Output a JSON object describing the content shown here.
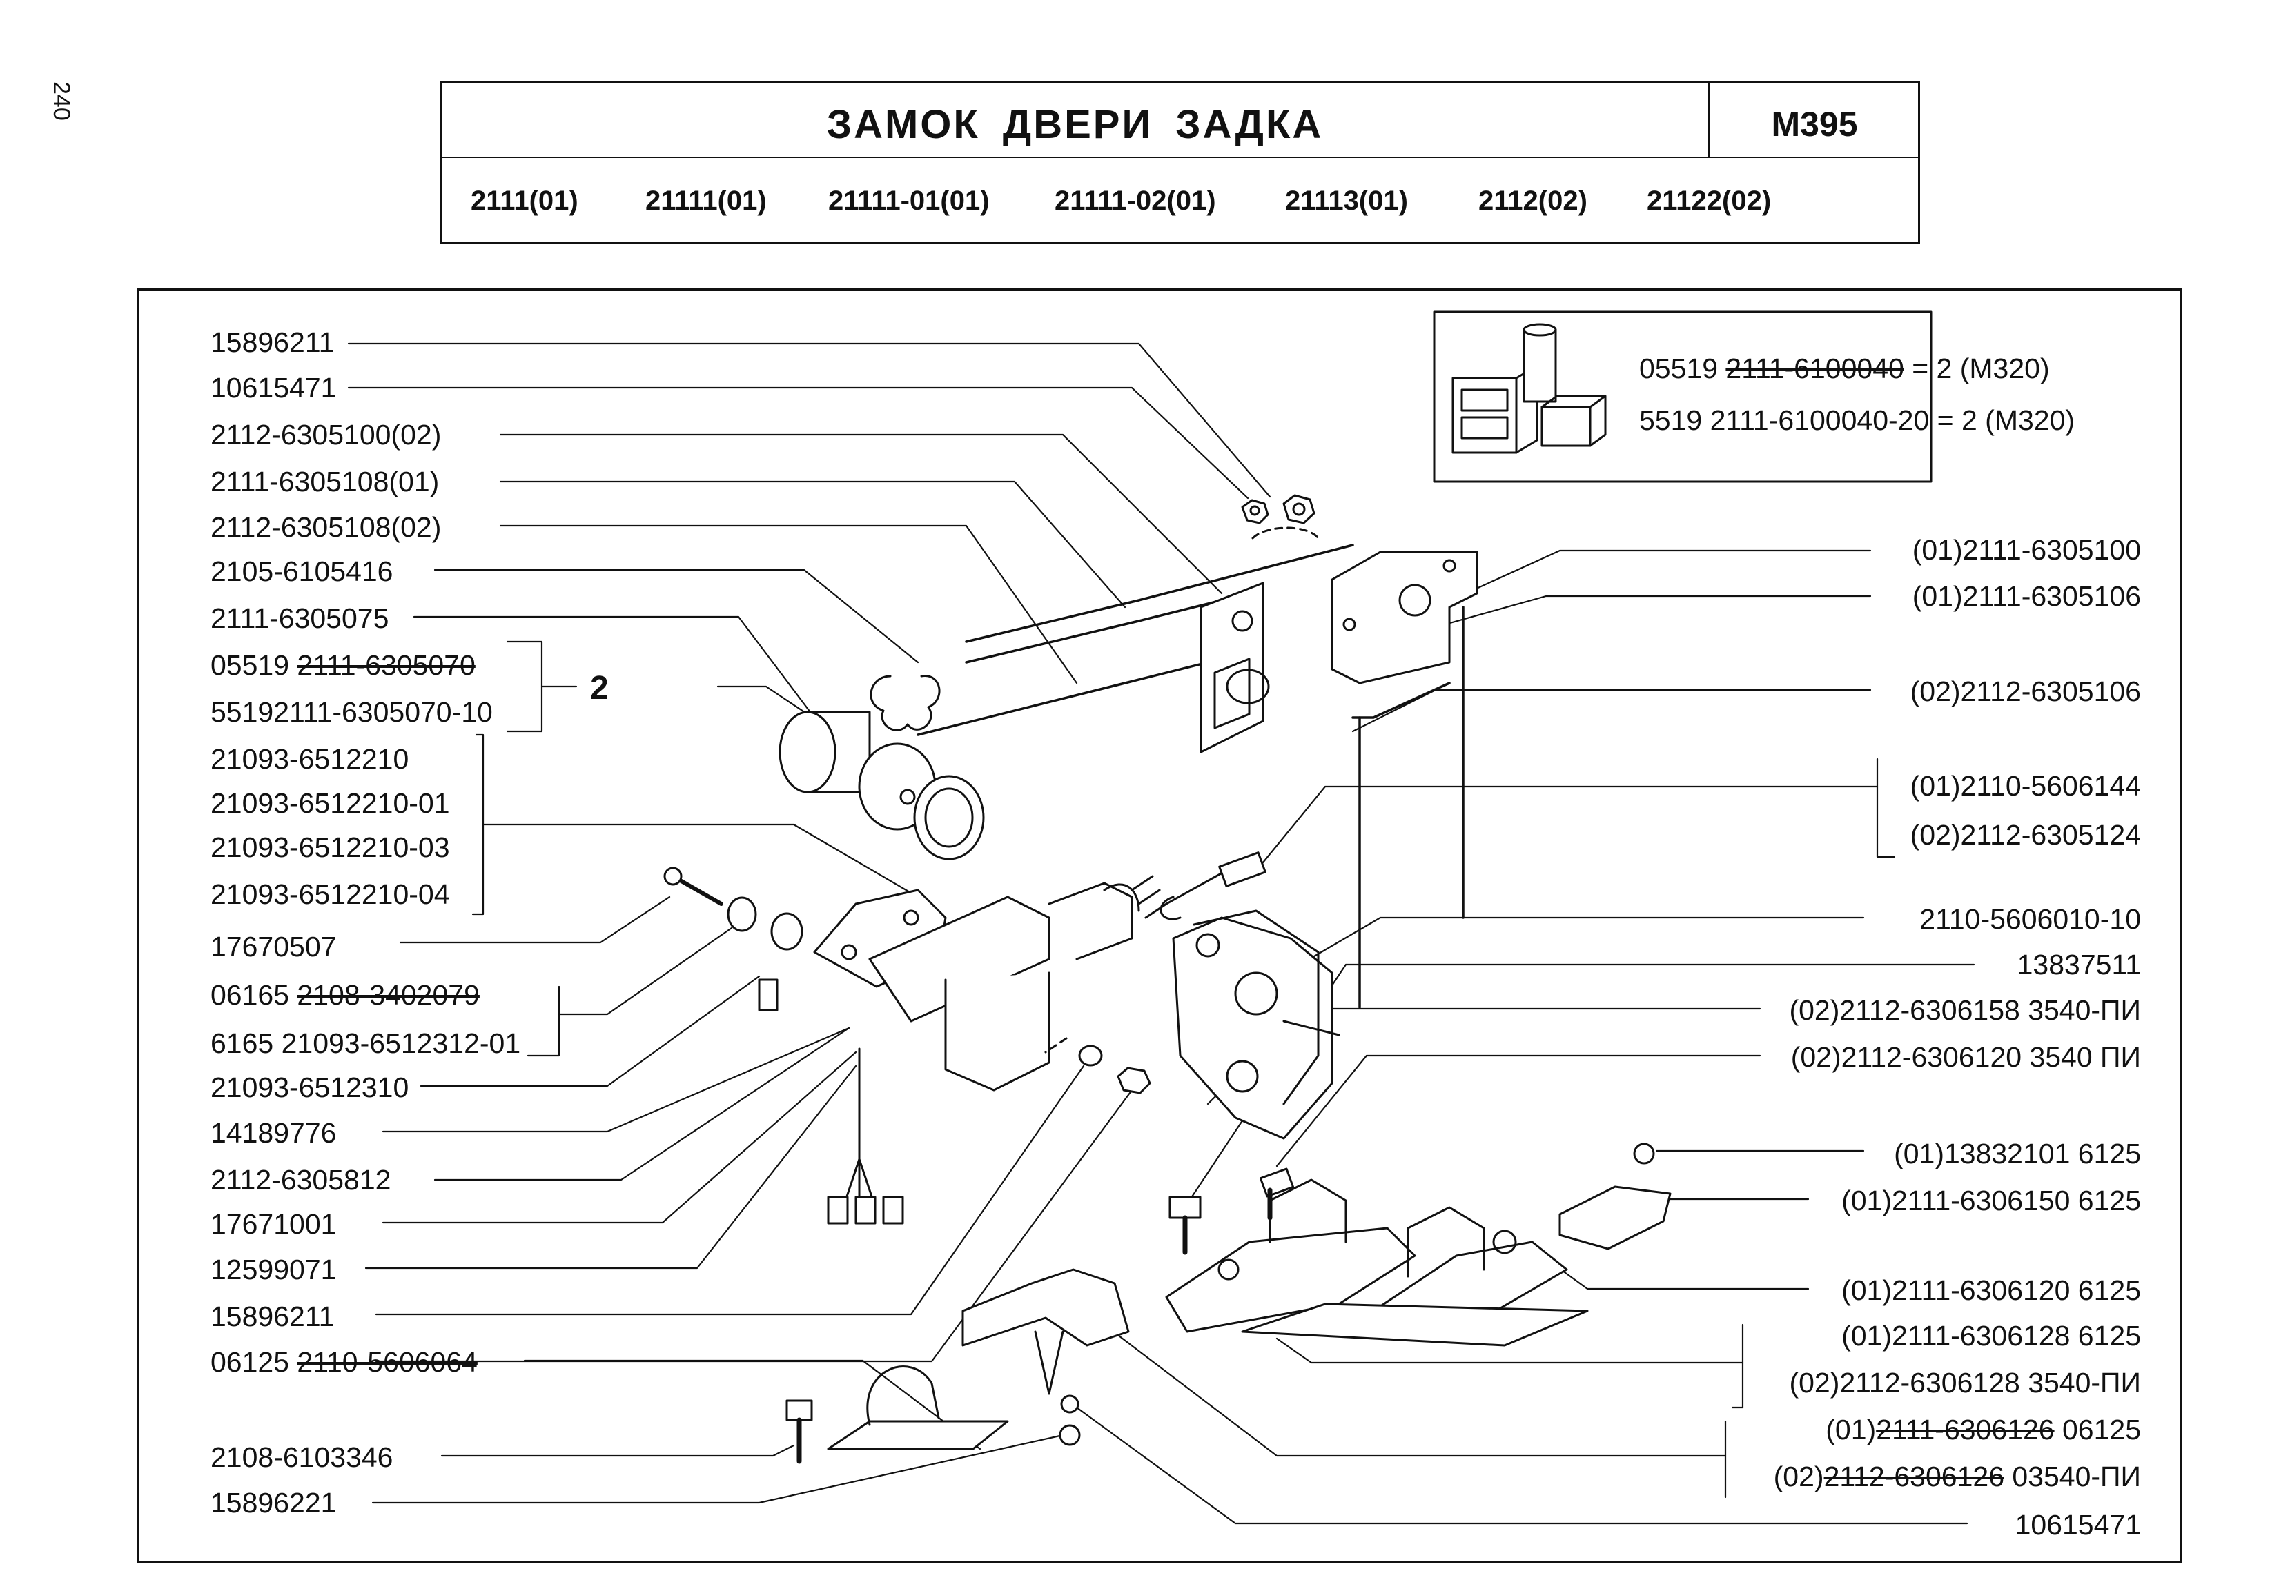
{
  "page_number": "240",
  "header": {
    "title": "ЗАМОК  ДВЕРИ  ЗАДКА",
    "code": "M395",
    "models": [
      "2111(01)",
      "21111(01)",
      "21111-01(01)",
      "21111-02(01)",
      "21113(01)",
      "2112(02)",
      "21122(02)"
    ]
  },
  "inset": {
    "line1_prefix": "05519 ",
    "line1_struck": "2111-6100040",
    "line1_suffix": " = 2 (M320)",
    "line2": "5519 2111-6100040-20 = 2 (M320)"
  },
  "callout_group_number": "2",
  "left_labels": [
    {
      "text": "15896211"
    },
    {
      "text": "10615471"
    },
    {
      "text": "2112-6305100(02)"
    },
    {
      "text": "2111-6305108(01)"
    },
    {
      "text": "2112-6305108(02)"
    },
    {
      "text": "2105-6105416"
    },
    {
      "text": "2111-6305075"
    },
    {
      "prefix": "05519 ",
      "struck": "2111-6305070"
    },
    {
      "text": "55192111-6305070-10"
    },
    {
      "text": "21093-6512210"
    },
    {
      "text": "21093-6512210-01"
    },
    {
      "text": "21093-6512210-03"
    },
    {
      "text": "21093-6512210-04"
    },
    {
      "text": "17670507"
    },
    {
      "prefix": "06165 ",
      "struck": "2108-3402079"
    },
    {
      "text": "6165 21093-6512312-01"
    },
    {
      "text": "21093-6512310"
    },
    {
      "text": "14189776"
    },
    {
      "text": "2112-6305812"
    },
    {
      "text": "17671001"
    },
    {
      "text": "12599071"
    },
    {
      "text": "15896211"
    },
    {
      "prefix": "06125 ",
      "struck": "2110-5606064"
    },
    {
      "text": "2108-6103346"
    },
    {
      "text": "15896221"
    }
  ],
  "right_labels": [
    {
      "text": "(01)2111-6305100"
    },
    {
      "text": "(01)2111-6305106"
    },
    {
      "text": "(02)2112-6305106"
    },
    {
      "text": "(01)2110-5606144"
    },
    {
      "text": "(02)2112-6305124"
    },
    {
      "text": "2110-5606010-10"
    },
    {
      "text": "13837511"
    },
    {
      "text": "(02)2112-6306158 3540-ПИ"
    },
    {
      "text": "(02)2112-6306120 3540 ПИ"
    },
    {
      "text": "(01)13832101 6125"
    },
    {
      "text": "(01)2111-6306150 6125"
    },
    {
      "text": "(01)2111-6306120 6125"
    },
    {
      "text": "(01)2111-6306128 6125"
    },
    {
      "text": "(02)2112-6306128 3540-ПИ"
    },
    {
      "prefix": "(01)",
      "struck": "2111-6306126",
      "suffix": " 06125"
    },
    {
      "prefix": "(02)",
      "struck": "2112-6306126",
      "suffix": " 03540-ПИ"
    },
    {
      "text": "10615471"
    }
  ]
}
